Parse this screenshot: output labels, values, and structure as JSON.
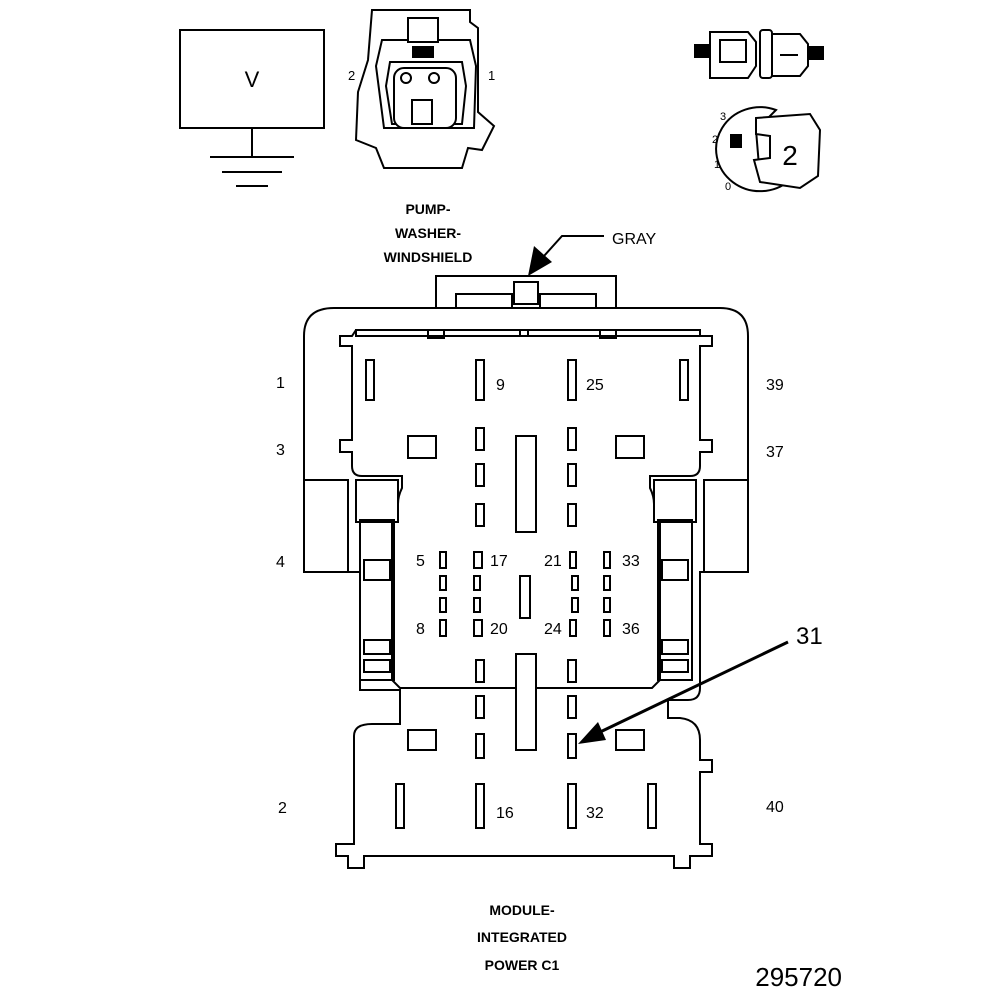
{
  "meter": {
    "symbol": "V"
  },
  "pump_connector": {
    "title_lines": [
      "PUMP-",
      "WASHER-",
      "WINDSHIELD"
    ],
    "pin_labels": [
      "2",
      "1"
    ],
    "color_callout": "GRAY"
  },
  "selector_dial": {
    "positions": [
      "3",
      "2",
      "1",
      "0"
    ],
    "selected": "2"
  },
  "module_connector": {
    "title_lines": [
      "MODULE-",
      "INTEGRATED",
      "POWER C1"
    ],
    "pin_labels": {
      "p1": "1",
      "p3": "3",
      "p4": "4",
      "p2": "2",
      "p39": "39",
      "p37": "37",
      "p40": "40",
      "p9": "9",
      "p25": "25",
      "p5": "5",
      "p17": "17",
      "p21": "21",
      "p33": "33",
      "p8": "8",
      "p20": "20",
      "p24": "24",
      "p36": "36",
      "p16": "16",
      "p32": "32"
    },
    "callout_pin": "31"
  },
  "figure_number": "295720"
}
